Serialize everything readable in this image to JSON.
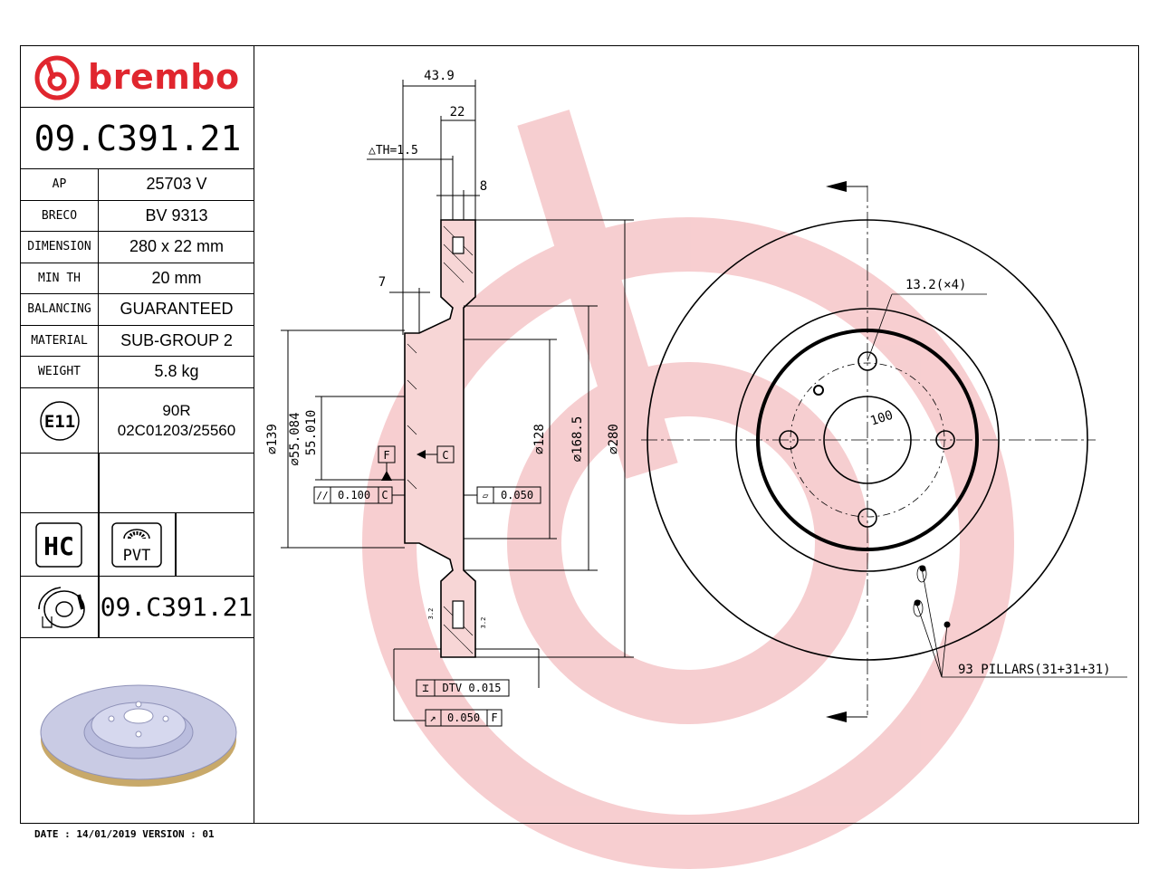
{
  "brand": {
    "name": "brembo",
    "color": "#e0262e"
  },
  "part_number": "09.C391.21",
  "specs": [
    {
      "key": "AP",
      "value": "25703 V"
    },
    {
      "key": "BRECO",
      "value": "BV 9313"
    },
    {
      "key": "DIMENSION",
      "value": "280 x 22 mm"
    },
    {
      "key": "MIN TH",
      "value": "20 mm"
    },
    {
      "key": "BALANCING",
      "value": "GUARANTEED"
    },
    {
      "key": "MATERIAL",
      "value": "SUB-GROUP 2"
    },
    {
      "key": "WEIGHT",
      "value": "5.8 kg"
    }
  ],
  "certification": {
    "mark": "E11",
    "line1": "90R",
    "line2": "02C01203/25560"
  },
  "badges": {
    "hc": "HC",
    "pvt": "PVT"
  },
  "part_number_small": "09.C391.21",
  "footer": "DATE : 14/01/2019 VERSION : 01",
  "drawing": {
    "dim_43_9": "43.9",
    "dim_22": "22",
    "th": "△TH=1.5",
    "dim_8": "8",
    "dim_7": "7",
    "dim_139": "⌀139",
    "dim_55_084": "⌀55.084",
    "dim_55_010": "55.010",
    "dim_128": "⌀128",
    "dim_168_5": "⌀168.5",
    "dim_280": "⌀280",
    "datum_f": "F",
    "datum_c": "C",
    "tol_parallel": "0.100",
    "tol_parallel_ref": "C",
    "tol_flat": "0.050",
    "tol_dtv": "DTV 0.015",
    "tol_runout": "0.050",
    "tol_runout_ref": "F",
    "dim_3_2": "3.2",
    "holes": "13.2(×4)",
    "pcd": "100",
    "pillars": "93 PILLARS(31+31+31)"
  }
}
